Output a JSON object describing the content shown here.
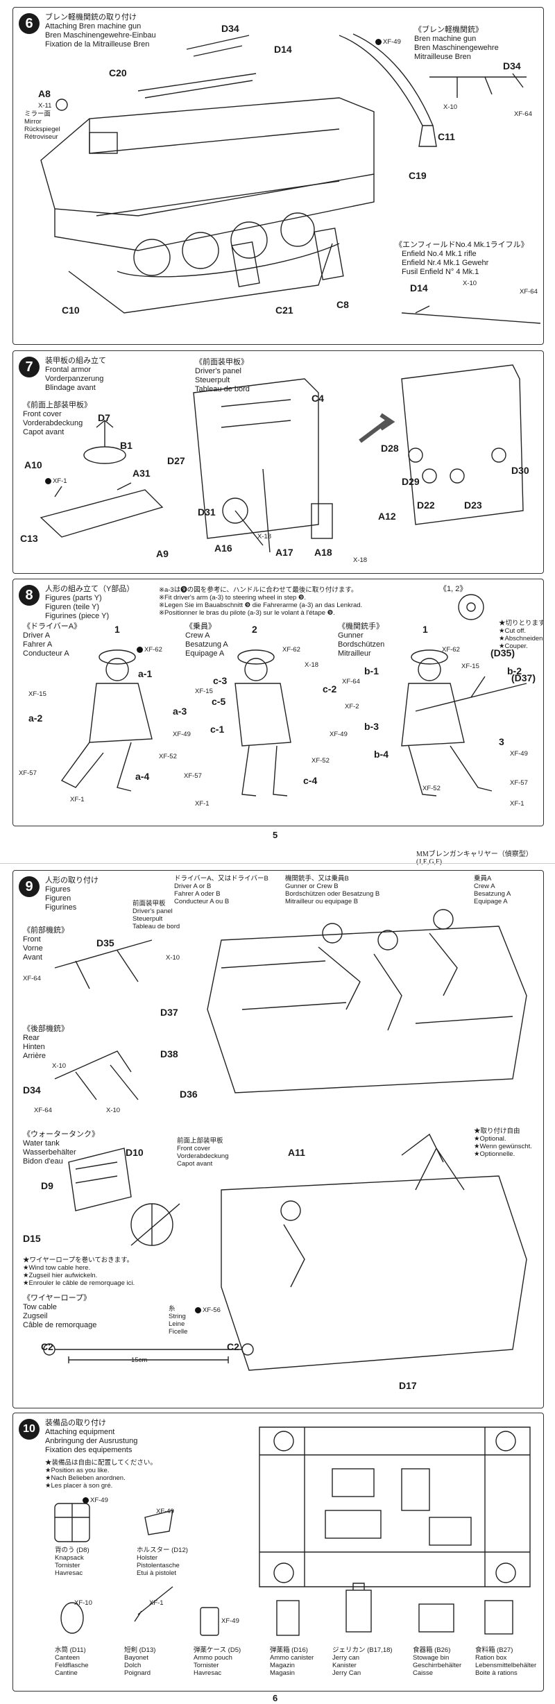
{
  "step6": {
    "num": "6",
    "title": [
      "ブレン軽機関銃の取り付け",
      "Attaching Bren machine gun",
      "Bren Maschinengewehre-Einbau",
      "Fixation de la Mitrailleuse Bren"
    ],
    "right_title": [
      "《ブレン軽機関銃》",
      "Bren machine gun",
      "Bren Maschinengewehre",
      "Mitrailleuse Bren"
    ],
    "mirror": [
      "X-11",
      "ミラー面",
      "Mirror",
      "Rückspiegel",
      "Rétroviseur"
    ],
    "rifle_title": [
      "《エンフィールドNo.4 Mk.1ライフル》",
      "Enfield No.4 Mk.1 rifle",
      "Enfield Nr.4 Mk.1 Gewehr",
      "Fusil Enfield N° 4 Mk.1"
    ],
    "parts": {
      "d34": "D34",
      "d14": "D14",
      "c20": "C20",
      "a8": "A8",
      "c11": "C11",
      "c19": "C19",
      "c10": "C10",
      "c21": "C21",
      "c8": "C8",
      "d34b": "D34",
      "d14b": "D14"
    },
    "paints": {
      "xf49a": "XF-49",
      "x10a": "X-10",
      "xf64a": "XF-64",
      "x10b": "X-10",
      "xf64b": "XF-64"
    }
  },
  "step7": {
    "num": "7",
    "title": [
      "装甲板の組み立て",
      "Frontal armor",
      "Vorderpanzerung",
      "Blindage avant"
    ],
    "front_title": [
      "《前面上部装甲板》",
      "Front cover",
      "Vorderabdeckung",
      "Capot avant"
    ],
    "driver_title": [
      "《前面装甲板》",
      "Driver's panel",
      "Steuerpult",
      "Tableau de bord"
    ],
    "parts": {
      "d7": "D7",
      "b1": "B1",
      "a10": "A10",
      "a31": "A31",
      "c13": "C13",
      "a9": "A9",
      "c4": "C4",
      "d27": "D27",
      "d31": "D31",
      "a16": "A16",
      "a17": "A17",
      "a18": "A18",
      "a12": "A12",
      "d28": "D28",
      "d29": "D29",
      "d22": "D22",
      "d23": "D23",
      "d30": "D30"
    },
    "paints": {
      "xf1": "XF-1",
      "x18a": "X-18",
      "x18b": "X-18"
    }
  },
  "step8": {
    "num": "8",
    "title": [
      "人形の組み立て（Y部品）",
      "Figures (parts Y)",
      "Figuren (teile Y)",
      "Figurines (piece Y)"
    ],
    "notes": [
      "※a-3は❾の図を参考に、ハンドルに合わせて最後に取り付けます。",
      "※Fit driver's arm (a-3) to steering wheel in step ❾.",
      "※Legen Sie im Bauabschnitt ❾ die Fahrerarme (a-3) an das Lenkrad.",
      "※Positionner le bras du pilote (a-3) sur le volant à l'étape ❾."
    ],
    "cut_title": "《1, 2》",
    "cut": [
      "★切りとります。",
      "★Cut off.",
      "★Abschneiden.",
      "★Couper."
    ],
    "driverA": [
      "《ドライバーA》",
      "Driver A",
      "Fahrer A",
      "Conducteur A"
    ],
    "crewA": [
      "《乗員》",
      "Crew A",
      "Besatzung A",
      "Equipage A"
    ],
    "gunner": [
      "《機関銃手》",
      "Gunner",
      "Bordschützen",
      "Mitrailleur"
    ],
    "parts": {
      "n1a": "1",
      "a1": "a-1",
      "a2": "a-2",
      "a3": "a-3",
      "a4": "a-4",
      "n2": "2",
      "c3": "c-3",
      "c5": "c-5",
      "c1": "c-1",
      "c2": "c-2",
      "c4": "c-4",
      "n1b": "1",
      "b1": "b-1",
      "b2": "b-2",
      "b3": "b-3",
      "b4": "b-4",
      "n3": "3",
      "d35": "(D35)",
      "d37": "(D37)"
    },
    "paints": {
      "xf62a": "XF-62",
      "xf15a": "XF-15",
      "xf49a": "XF-49",
      "xf52a": "XF-52",
      "xf57a": "XF-57",
      "xf1a": "XF-1",
      "xf62b": "XF-62",
      "x18": "X-18",
      "xf15b": "XF-15",
      "xf49b": "XF-49",
      "xf52b": "XF-52",
      "xf57b": "XF-57",
      "xf1b": "XF-1",
      "xf62c": "XF-62",
      "xf15c": "XF-15",
      "xf64": "XF-64",
      "xf2": "XF-2",
      "xf49c": "XF-49",
      "xf52c": "XF-52",
      "xf57c": "XF-57",
      "xf1c": "XF-1"
    }
  },
  "page5": {
    "num": "5",
    "footer": "MMブレンガンキャリヤー（偵察型）(J,E,G,F)"
  },
  "step9": {
    "num": "9",
    "title": [
      "人形の取り付け",
      "Figures",
      "Figuren",
      "Figurines"
    ],
    "front_gun": [
      "《前部機銃》",
      "Front",
      "Vorne",
      "Avant"
    ],
    "rear_gun": [
      "《後部機銃》",
      "Rear",
      "Hinten",
      "Arrière"
    ],
    "driver_panel": [
      "前面装甲板",
      "Driver's panel",
      "Steuerpult",
      "Tableau de bord"
    ],
    "driver_ab": [
      "ドライバーA、又はドライバーB",
      "Driver A or B",
      "Fahrer A oder B",
      "Conducteur A ou B"
    ],
    "gunner_crew": [
      "機関銃手、又は乗員B",
      "Gunner or Crew B",
      "Bordschützen oder Besatzung B",
      "Mitrailleur ou equipage B"
    ],
    "crewA": [
      "乗員A",
      "Crew A",
      "Besatzung A",
      "Equipage A"
    ],
    "water": [
      "《ウォータータンク》",
      "Water tank",
      "Wasserbehälter",
      "Bidon d'eau"
    ],
    "front_cover": [
      "前面上部装甲板",
      "Front cover",
      "Vorderabdeckung",
      "Capot avant"
    ],
    "optional": [
      "★取り付け自由",
      "★Optional.",
      "★Wenn gewünscht.",
      "★Optionnelle."
    ],
    "wire": [
      "★ワイヤーロープを巻いておきます。",
      "★Wind tow cable here.",
      "★Zugseil hier aufwickeln.",
      "★Enrouler le câble de remorquage ici."
    ],
    "tow": [
      "《ワイヤーロープ》",
      "Tow cable",
      "Zugseil",
      "Câble de remorquage"
    ],
    "string": [
      "糸",
      "String",
      "Leine",
      "Ficelle"
    ],
    "parts": {
      "d35": "D35",
      "d37": "D37",
      "d38": "D38",
      "d34": "D34",
      "d36": "D36",
      "d10": "D10",
      "d9": "D9",
      "d15": "D15",
      "a11": "A11",
      "c2a": "C2",
      "c2b": "C2",
      "d17": "D17",
      "len": "15cm"
    },
    "paints": {
      "xf64a": "XF-64",
      "x10a": "X-10",
      "x10b": "X-10",
      "xf64b": "XF-64",
      "x10c": "X-10",
      "xf56": "XF-56"
    }
  },
  "step10": {
    "num": "10",
    "title": [
      "装備品の取り付け",
      "Attaching equipment",
      "Anbringung der Ausrustung",
      "Fixation des equipements"
    ],
    "pos": [
      "★装備品は自由に配置してください。",
      "★Position as you like.",
      "★Nach Belieben anordnen.",
      "★Les placer à son gré."
    ],
    "items": [
      [
        "背のう (D8)",
        "Knapsack",
        "Tornister",
        "Havresac"
      ],
      [
        "ホルスター (D12)",
        "Holster",
        "Pistolentasche",
        "Etui à pistolet"
      ],
      [
        "水筒 (D11)",
        "Canteen",
        "Feldflasche",
        "Cantine"
      ],
      [
        "短剣 (D13)",
        "Bayonet",
        "Dolch",
        "Poignard"
      ],
      [
        "弾薬ケース (D5)",
        "Ammo pouch",
        "Tornister",
        "Havresac"
      ],
      [
        "弾薬箱 (D16)",
        "Ammo canister",
        "Magazin",
        "Magasin"
      ],
      [
        "ジェリカン (B17,18)",
        "Jerry can",
        "Kanister",
        "Jerry Can"
      ],
      [
        "食器箱 (B26)",
        "Stowage bin",
        "Geschirrbehälter",
        "Caisse"
      ],
      [
        "食料箱 (B27)",
        "Ration box",
        "Lebensmittelbehälter",
        "Boite à rations"
      ]
    ],
    "paints": {
      "xf49a": "XF-49",
      "xf49b": "XF-49",
      "xf10": "XF-10",
      "xf1": "XF-1",
      "xf49c": "XF-49"
    }
  },
  "page6": {
    "num": "6"
  }
}
